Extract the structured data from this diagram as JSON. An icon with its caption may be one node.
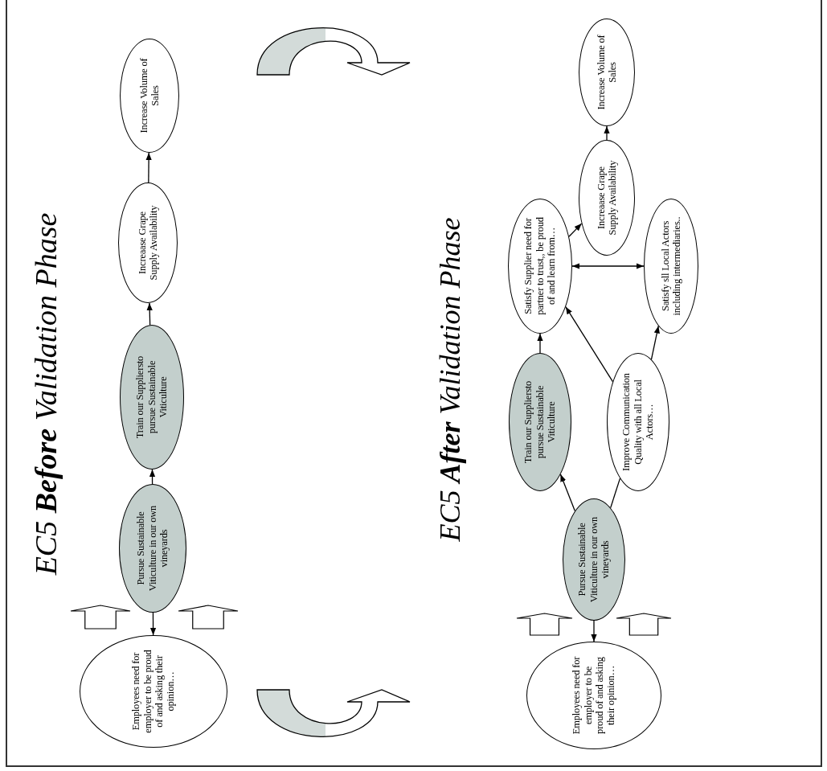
{
  "diagram": {
    "nodes": [
      {
        "text": [
          "Employees need for employer to be proud of and asking their opinion…"
        ]
      },
      {
        "text": [
          "Pursue Sustainable Viticulture in our own vineyards"
        ]
      },
      {
        "text": [
          "Train our Suppliersto pursue Sustainable Viticulture"
        ]
      },
      {
        "text": [
          "Increaase Grape Supply Availability"
        ]
      },
      {
        "text": [
          "Increase Volume of Sales"
        ]
      },
      {
        "text": [
          "Employees need for employer to be proud of and asking their opinion…"
        ]
      },
      {
        "text": [
          "Pursue Sustainable Viticulture in our own vineyards"
        ]
      },
      {
        "text": [
          "Train our Suppliersto pursue Sustainable Viticulture"
        ]
      },
      {
        "text": [
          "Improve Communication Quality with all Local Actors…"
        ]
      },
      {
        "text": [
          "Satisfy Supplier need for partner to trust,, be proud of and learn from…"
        ]
      },
      {
        "text": [
          "Satisfy sll Local Actors including intermediaries.."
        ]
      },
      {
        "text": [
          "Increaase Grape Supply Availability"
        ]
      },
      {
        "text": [
          "Increase Volume of Sales"
        ]
      }
    ],
    "edges": [
      {
        "from": 1,
        "to": 0,
        "arrow": "to"
      },
      {
        "from": 1,
        "to": 2,
        "arrow": "to"
      },
      {
        "from": 2,
        "to": 3,
        "arrow": "to"
      },
      {
        "from": 3,
        "to": 4,
        "arrow": "to"
      },
      {
        "from": 6,
        "to": 5,
        "arrow": "to"
      },
      {
        "from": 6,
        "to": 7,
        "arrow": "to"
      },
      {
        "from": 6,
        "to": 8,
        "arrow": "none"
      },
      {
        "from": 7,
        "to": 9,
        "arrow": "to"
      },
      {
        "from": 8,
        "to": 9,
        "arrow": "to"
      },
      {
        "from": 8,
        "to": 10,
        "arrow": "to"
      },
      {
        "from": 9,
        "to": 10,
        "arrow": "both"
      },
      {
        "from": 9,
        "to": 11,
        "arrow": "to"
      },
      {
        "from": 11,
        "to": 12,
        "arrow": "to"
      },
      {
        "from": 0,
        "to": 1,
        "arrow": "to",
        "style": "thick"
      },
      {
        "from": 0,
        "to": 1,
        "arrow": "to",
        "style": "thick"
      },
      {
        "from": 5,
        "to": 6,
        "arrow": "to",
        "style": "thick"
      },
      {
        "from": 5,
        "to": 6,
        "arrow": "to",
        "style": "thick"
      }
    ],
    "labels": [
      "EC5 **Before** Validation Phase",
      "EC5 **After** Validation Phase"
    ]
  }
}
